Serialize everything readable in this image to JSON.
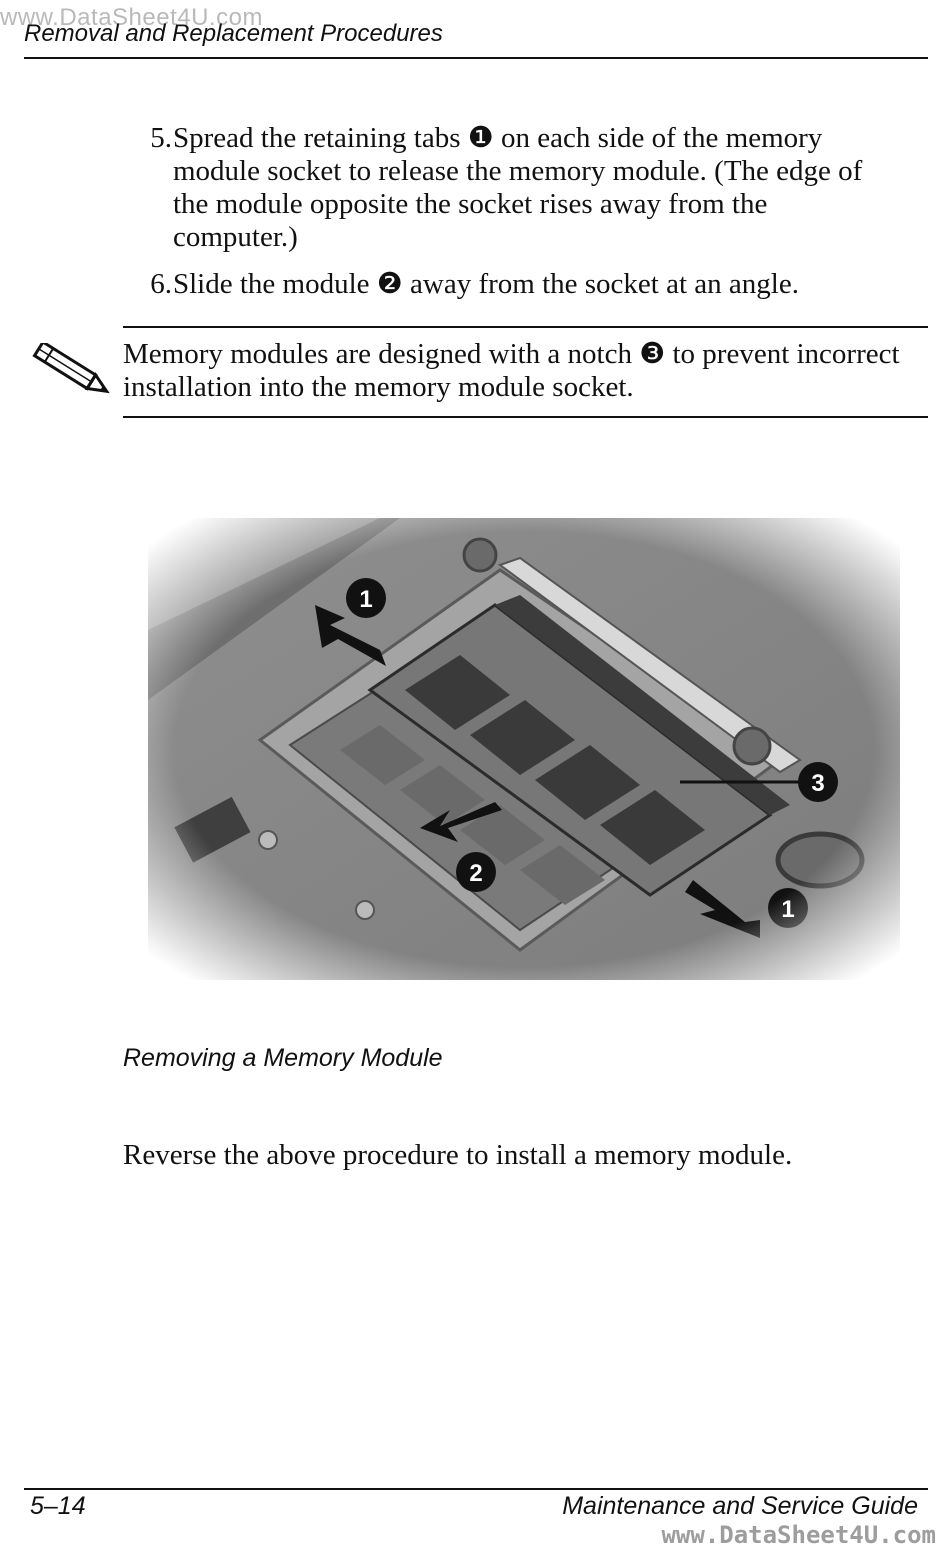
{
  "watermark": {
    "top": "www.DataSheet4U.com",
    "bottom": "www.DataSheet4U.com"
  },
  "header": {
    "title": "Removal and Replacement Procedures"
  },
  "steps": [
    {
      "number": "5.",
      "text": "Spread the retaining tabs ❶ on each side of the memory module socket to release the memory module. (The edge of the module opposite the socket rises away from the computer.)"
    },
    {
      "number": "6.",
      "text": "Slide the module ❷ away from the socket at an angle."
    }
  ],
  "note": {
    "icon": "pencil-note-icon",
    "text": "Memory modules are designed with a notch ❸ to prevent incorrect installation into the memory module socket."
  },
  "figure": {
    "callouts": [
      "1",
      "1",
      "2",
      "3"
    ],
    "caption": "Removing a Memory Module"
  },
  "paragraph": "Reverse the above procedure to install a memory module.",
  "footer": {
    "page_number": "5–14",
    "guide_title": "Maintenance and Service Guide"
  },
  "colors": {
    "text": "#111111",
    "photo_gray": "#8a8a8a",
    "photo_dark": "#3a3a3a"
  }
}
